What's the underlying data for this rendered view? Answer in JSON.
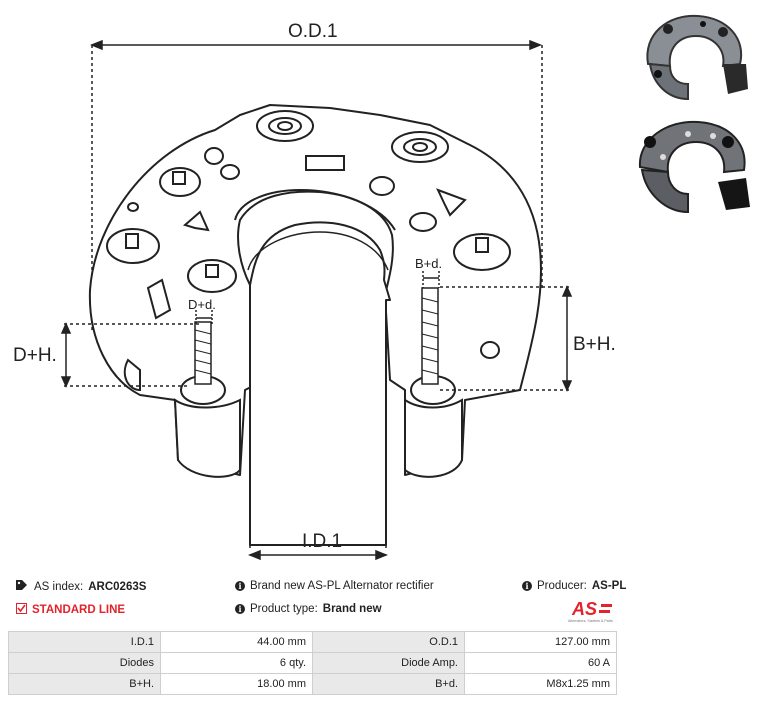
{
  "drawing": {
    "od_label": "O.D.1",
    "id_label": "I.D.1",
    "dh_label": "D+H.",
    "bh_label": "B+H.",
    "dd_label": "D+d.",
    "bd_label": "B+d."
  },
  "info": {
    "as_index_label": "AS index:",
    "as_index_value": "ARC0263S",
    "standard_line": "STANDARD LINE",
    "description": "Brand new AS-PL Alternator rectifier",
    "product_type_label": "Product type:",
    "product_type_value": "Brand new",
    "producer_label": "Producer:",
    "producer_value": "AS-PL",
    "logo_text": "AS",
    "logo_tagline": "Alternators, Starters & Parts"
  },
  "specs": [
    {
      "label1": "I.D.1",
      "value1": "44.00 mm",
      "label2": "O.D.1",
      "value2": "127.00 mm"
    },
    {
      "label1": "Diodes",
      "value1": "6 qty.",
      "label2": "Diode Amp.",
      "value2": "60 A"
    },
    {
      "label1": "B+H.",
      "value1": "18.00 mm",
      "label2": "B+d.",
      "value2": "M8x1.25 mm"
    }
  ],
  "colors": {
    "accent": "#e3222b",
    "table_label_bg": "#e9e9e9",
    "border": "#cfcfcf"
  }
}
